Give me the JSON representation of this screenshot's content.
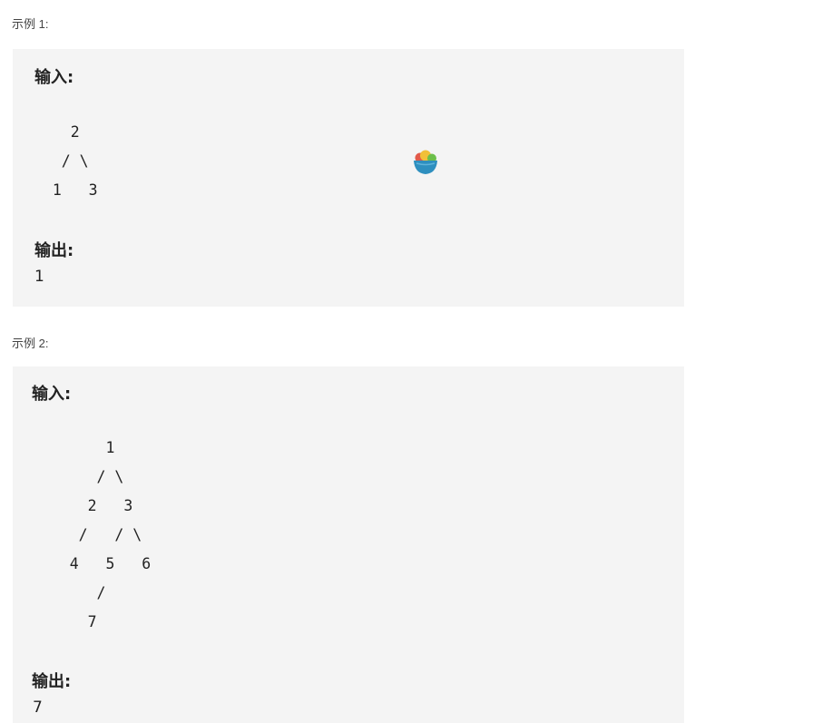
{
  "example1": {
    "caption": "示例 1:",
    "input_label": "输入:",
    "tree_lines": [
      "    2",
      "   / \\",
      "  1   3"
    ],
    "output_label": "输出:",
    "output_value": "1"
  },
  "example2": {
    "caption": "示例 2:",
    "input_label": "输入:",
    "tree_lines": [
      "        1",
      "       / \\",
      "      2   3",
      "     /   / \\",
      "    4   5   6",
      "       /",
      "      7"
    ],
    "output_label": "输出:",
    "output_value": "7"
  },
  "icons": {
    "floating": "fruit-bowl-icon"
  }
}
